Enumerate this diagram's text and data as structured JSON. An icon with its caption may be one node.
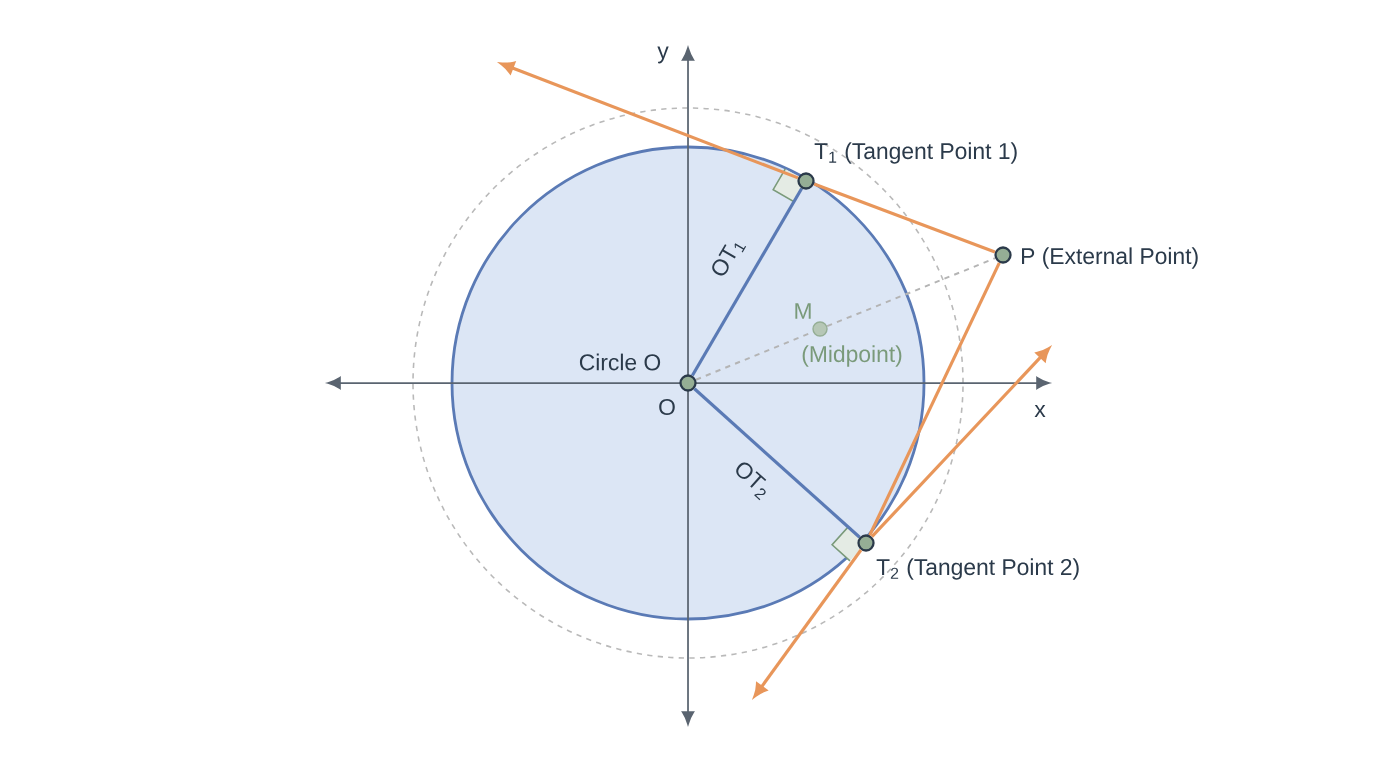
{
  "diagram": {
    "nodes": [
      {
        "text": [],
        "shape": "circle",
        "beside": [
          "Circle O",
          "O"
        ]
      },
      {
        "text": [],
        "shape": "circle",
        "beside": [
          "T$_{1}$ (Tangent Point 1)"
        ]
      },
      {
        "text": [],
        "shape": "circle",
        "beside": [
          "P (External Point)"
        ]
      },
      {
        "text": [],
        "shape": "circle",
        "beside": [
          "M",
          "(Midpoint)"
        ]
      },
      {
        "text": [],
        "shape": "circle",
        "beside": [
          "T$_{2}$ (Tangent Point 2)"
        ]
      }
    ],
    "edges": [
      {
        "from": 0,
        "to": 1,
        "arrow": "none",
        "label": "OT$_{1}$",
        "color": "#5a7ab5"
      },
      {
        "from": 0,
        "to": 4,
        "arrow": "none",
        "label": "OT$_{2}$",
        "color": "#5a7ab5"
      },
      {
        "from": 0,
        "to": 3,
        "arrow": "none",
        "style": "dashed",
        "color": "#b4b4b4"
      },
      {
        "from": 3,
        "to": 2,
        "arrow": "none",
        "style": "dashed",
        "color": "#b4b4b4"
      },
      {
        "from": 2,
        "to": 1,
        "arrow": "none"
      },
      {
        "from": 1,
        "to": null,
        "arrow": "to"
      },
      {
        "from": 2,
        "to": 4,
        "arrow": "none"
      },
      {
        "from": 4,
        "to": null,
        "arrow": "to"
      },
      {
        "from": 4,
        "to": null,
        "arrow": "to"
      }
    ],
    "labels": [
      "y",
      "x"
    ]
  }
}
